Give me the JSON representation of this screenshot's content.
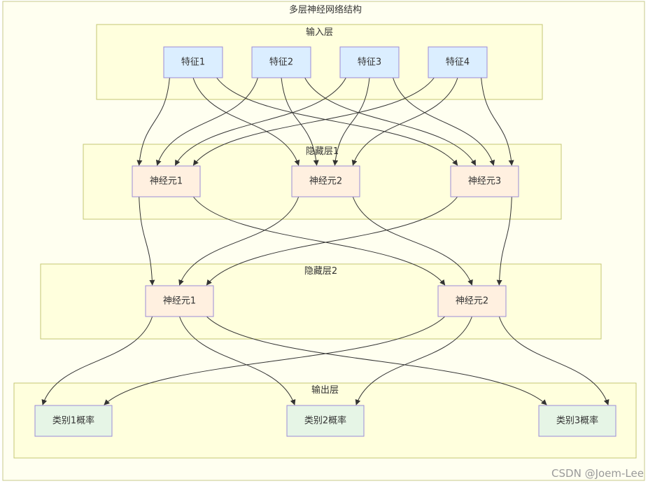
{
  "diagram": {
    "title": "多层神经网络结构",
    "watermark": "CSDN @Joem-Lee",
    "colors": {
      "input_fill": "#dbeeff",
      "hidden_fill": "#fff0e0",
      "output_fill": "#e6f5e6",
      "node_stroke": "#9b8bd6",
      "edge": "#333333"
    },
    "layers": [
      {
        "id": "input",
        "label": "输入层",
        "nodes": [
          {
            "id": "x1",
            "label": "特征1"
          },
          {
            "id": "x2",
            "label": "特征2"
          },
          {
            "id": "x3",
            "label": "特征3"
          },
          {
            "id": "x4",
            "label": "特征4"
          }
        ]
      },
      {
        "id": "h1",
        "label": "隐藏层1",
        "nodes": [
          {
            "id": "h1n1",
            "label": "神经元1"
          },
          {
            "id": "h1n2",
            "label": "神经元2"
          },
          {
            "id": "h1n3",
            "label": "神经元3"
          }
        ]
      },
      {
        "id": "h2",
        "label": "隐藏层2",
        "nodes": [
          {
            "id": "h2n1",
            "label": "神经元1"
          },
          {
            "id": "h2n2",
            "label": "神经元2"
          }
        ]
      },
      {
        "id": "out",
        "label": "输出层",
        "nodes": [
          {
            "id": "o1",
            "label": "类别1概率"
          },
          {
            "id": "o2",
            "label": "类别2概率"
          },
          {
            "id": "o3",
            "label": "类别3概率"
          }
        ]
      }
    ],
    "edges": [
      [
        "x1",
        "h1n1"
      ],
      [
        "x1",
        "h1n2"
      ],
      [
        "x1",
        "h1n3"
      ],
      [
        "x2",
        "h1n1"
      ],
      [
        "x2",
        "h1n2"
      ],
      [
        "x2",
        "h1n3"
      ],
      [
        "x3",
        "h1n1"
      ],
      [
        "x3",
        "h1n2"
      ],
      [
        "x3",
        "h1n3"
      ],
      [
        "x4",
        "h1n1"
      ],
      [
        "x4",
        "h1n2"
      ],
      [
        "x4",
        "h1n3"
      ],
      [
        "h1n1",
        "h2n1"
      ],
      [
        "h1n1",
        "h2n2"
      ],
      [
        "h1n2",
        "h2n1"
      ],
      [
        "h1n2",
        "h2n2"
      ],
      [
        "h1n3",
        "h2n1"
      ],
      [
        "h1n3",
        "h2n2"
      ],
      [
        "h2n1",
        "o1"
      ],
      [
        "h2n1",
        "o2"
      ],
      [
        "h2n1",
        "o3"
      ],
      [
        "h2n2",
        "o1"
      ],
      [
        "h2n2",
        "o2"
      ],
      [
        "h2n2",
        "o3"
      ]
    ]
  }
}
